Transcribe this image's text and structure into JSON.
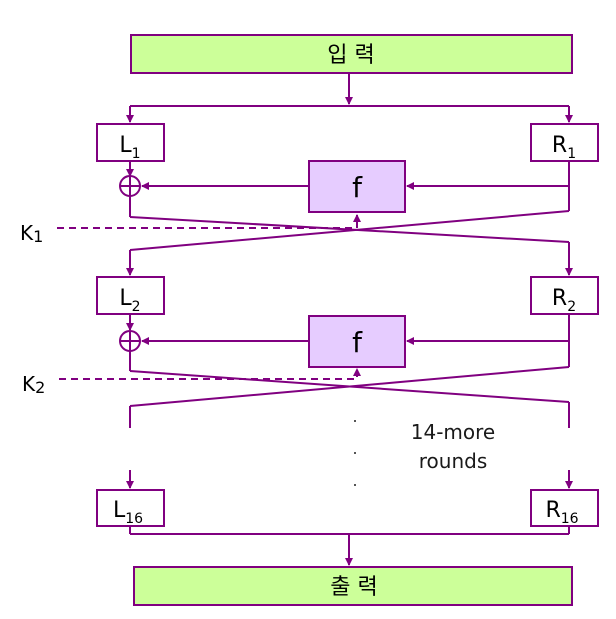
{
  "input_label": "입 력",
  "output_label": "출 력",
  "rounds": [
    {
      "left": "L",
      "left_sub": "1",
      "right": "R",
      "right_sub": "1",
      "f": "f",
      "key": "K",
      "key_sub": "1"
    },
    {
      "left": "L",
      "left_sub": "2",
      "right": "R",
      "right_sub": "2",
      "f": "f",
      "key": "K",
      "key_sub": "2"
    }
  ],
  "final": {
    "left": "L",
    "left_sub": "16",
    "right": "R",
    "right_sub": "16"
  },
  "more_rounds_line1": "14-more",
  "more_rounds_line2": "rounds",
  "colors": {
    "line": "#800080",
    "io_fill": "#ccff99",
    "f_fill": "#e6ccff"
  }
}
